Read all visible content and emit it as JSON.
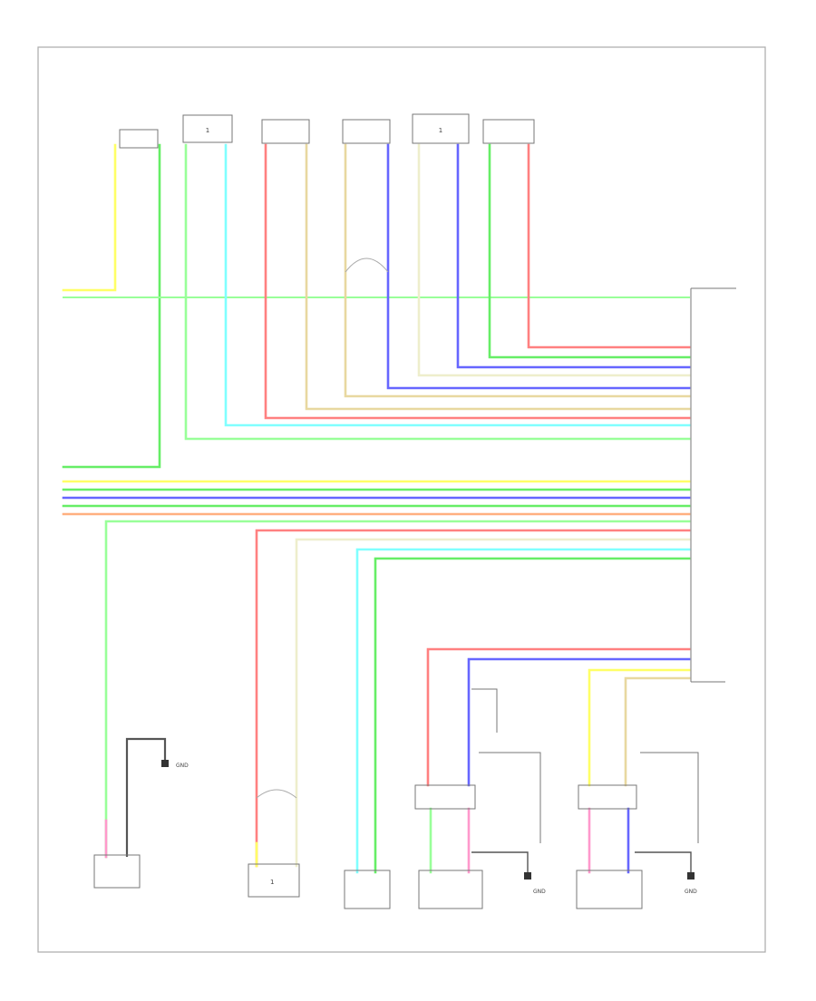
{
  "diagram": {
    "ground_label": "GND",
    "page_code": "",
    "top_components": [
      {
        "id": "tc1",
        "connector": "",
        "label": ""
      },
      {
        "id": "tc2",
        "connector": "",
        "label": ""
      },
      {
        "id": "tc3",
        "connector": "",
        "label": ""
      },
      {
        "id": "tc4",
        "connector": "",
        "label": ""
      },
      {
        "id": "tc5",
        "connector": "",
        "label": ""
      },
      {
        "id": "tc6",
        "connector": "",
        "label": ""
      }
    ],
    "bottom_components": [
      {
        "id": "bc1",
        "label": ""
      },
      {
        "id": "bc2",
        "label": ""
      },
      {
        "id": "bc3",
        "label": ""
      },
      {
        "id": "bc4",
        "label": ""
      },
      {
        "id": "bc5",
        "label": ""
      }
    ],
    "module": {
      "label": ""
    },
    "wire_colors": {
      "red": "#ff8080",
      "yellow": "#ffff66",
      "green": "#66ee66",
      "lightgreen": "#99ff99",
      "cyan": "#80ffff",
      "blue": "#6666ff",
      "tan": "#e8d8a0",
      "orange": "#ffb080",
      "pink": "#ff99cc",
      "darkgray": "#555555",
      "border": "#999999"
    }
  }
}
